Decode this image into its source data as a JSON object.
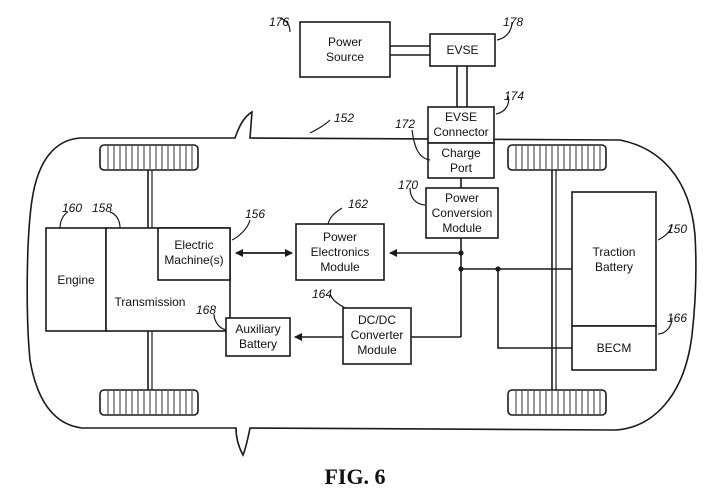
{
  "figure_caption": "FIG. 6",
  "components": {
    "power_source": [
      "Power",
      "Source"
    ],
    "evse": [
      "EVSE"
    ],
    "evse_connector": [
      "EVSE",
      "Connector"
    ],
    "charge_port": [
      "Charge",
      "Port"
    ],
    "power_conversion_module": [
      "Power",
      "Conversion",
      "Module"
    ],
    "power_electronics_module": [
      "Power",
      "Electronics",
      "Module"
    ],
    "electric_machines": [
      "Electric",
      "Machine(s)"
    ],
    "engine": [
      "Engine"
    ],
    "transmission": [
      "Transmission"
    ],
    "dcdc_converter_module": [
      "DC/DC",
      "Converter",
      "Module"
    ],
    "auxiliary_battery": [
      "Auxiliary",
      "Battery"
    ],
    "traction_battery": [
      "Traction",
      "Battery"
    ],
    "becm": [
      "BECM"
    ]
  },
  "reference_numerals": {
    "vehicle": "152",
    "power_source": "176",
    "evse": "178",
    "evse_connector": "174",
    "charge_port": "172",
    "power_conversion_module": "170",
    "power_electronics_module": "162",
    "electric_machines": "156",
    "engine": "160",
    "transmission": "158",
    "dcdc_converter_module": "164",
    "auxiliary_battery": "168",
    "traction_battery": "150",
    "becm": "166"
  }
}
